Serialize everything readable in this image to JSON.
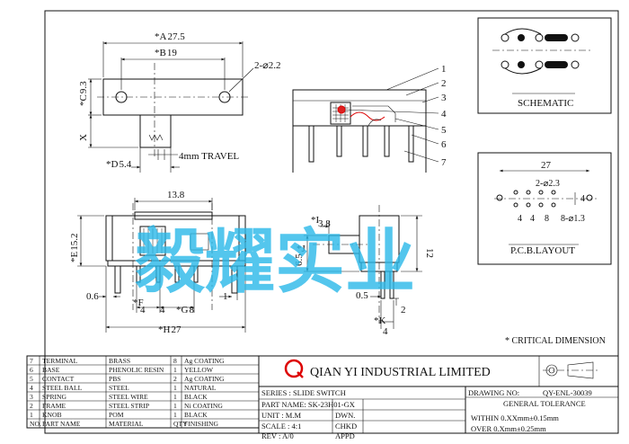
{
  "top_view": {
    "dims": {
      "A": "*A",
      "A_val": "27.5",
      "B": "*B",
      "B_val": "19",
      "C": "*C",
      "C_val": "9.3",
      "X": "X",
      "D": "*D",
      "D_val": "5.4",
      "holes": "2-⌀2.2"
    },
    "travel": "4mm TRAVEL"
  },
  "side_callouts": [
    "1",
    "2",
    "3",
    "4",
    "5",
    "6",
    "7"
  ],
  "front_view": {
    "top_width": "13.8",
    "E": "*E",
    "E_val": "15.2",
    "left_margin": "0.6",
    "F": "*F",
    "F_val": "4",
    "pitch": "4",
    "G": "*G",
    "G_val": "8",
    "right_margin": "1",
    "H": "*H",
    "H_val": "27"
  },
  "end_view": {
    "I": "*I",
    "I_val": "3.8",
    "J": "*J",
    "J_val": "6.5",
    "height": "12",
    "pin_w": "0.5",
    "pin_t": "2",
    "K": "*K",
    "K_val": "4"
  },
  "schematic": {
    "title": "SCHEMATIC"
  },
  "pcb_layout": {
    "title": "P.C.B.LAYOUT",
    "width": "27",
    "holes": "2-⌀2.3",
    "h": "4",
    "p1": "4",
    "p2": "4",
    "p3": "8",
    "small_holes": "8-⌀1.3"
  },
  "critical_note": "* CRITICAL  DIMENSION",
  "watermark": "毅耀实业",
  "bom": {
    "rows": [
      {
        "no": "7",
        "part": "TERMINAL",
        "material": "BRASS",
        "qty": "8",
        "finish": "Ag COATING"
      },
      {
        "no": "6",
        "part": "BASE",
        "material": "PHENOLIC RESIN",
        "qty": "1",
        "finish": "YELLOW"
      },
      {
        "no": "5",
        "part": "CONTACT",
        "material": "PBS",
        "qty": "2",
        "finish": "Ag COATING"
      },
      {
        "no": "4",
        "part": "STEEL BALL",
        "material": "STEEL",
        "qty": "1",
        "finish": "NATURAL"
      },
      {
        "no": "3",
        "part": "SPRING",
        "material": "STEEL WIRE",
        "qty": "1",
        "finish": "BLACK"
      },
      {
        "no": "2",
        "part": "FRAME",
        "material": "STEEL STRIP",
        "qty": "1",
        "finish": "Ni COATING"
      },
      {
        "no": "1",
        "part": "KNOB",
        "material": "POM",
        "qty": "1",
        "finish": "BLACK"
      }
    ],
    "header": {
      "no": "NO.",
      "part": "PART NAME",
      "material": "MATERIAL",
      "qty": "QTY",
      "finish": "FINISHING"
    }
  },
  "title_block": {
    "company": "QIAN  YI  INDUSTRIAL  LIMITED",
    "logo_letter": "Q",
    "series": "SERIES : SLIDE SWITCH",
    "part_name": "PART NAME: SK-23H01-GX",
    "unit": "UNIT : M.M",
    "scale": "SCALE : 4:1",
    "rev": "REV   : A/0",
    "dwn": "DWN.",
    "chkd": "CHKD",
    "appd": "APPD",
    "drawing_no_label": "DRAWING NO:",
    "drawing_no": "QY-ENL-30039",
    "general_tolerance": "GENERAL TOLERANCE",
    "within": "WITHIN 0.XXmm±0.15mm",
    "over": "OVER   0.Xmm±0.25mm"
  },
  "colors": {
    "line": "#111111",
    "watermark": "#29b8e8",
    "accent_red": "#dd0000"
  }
}
